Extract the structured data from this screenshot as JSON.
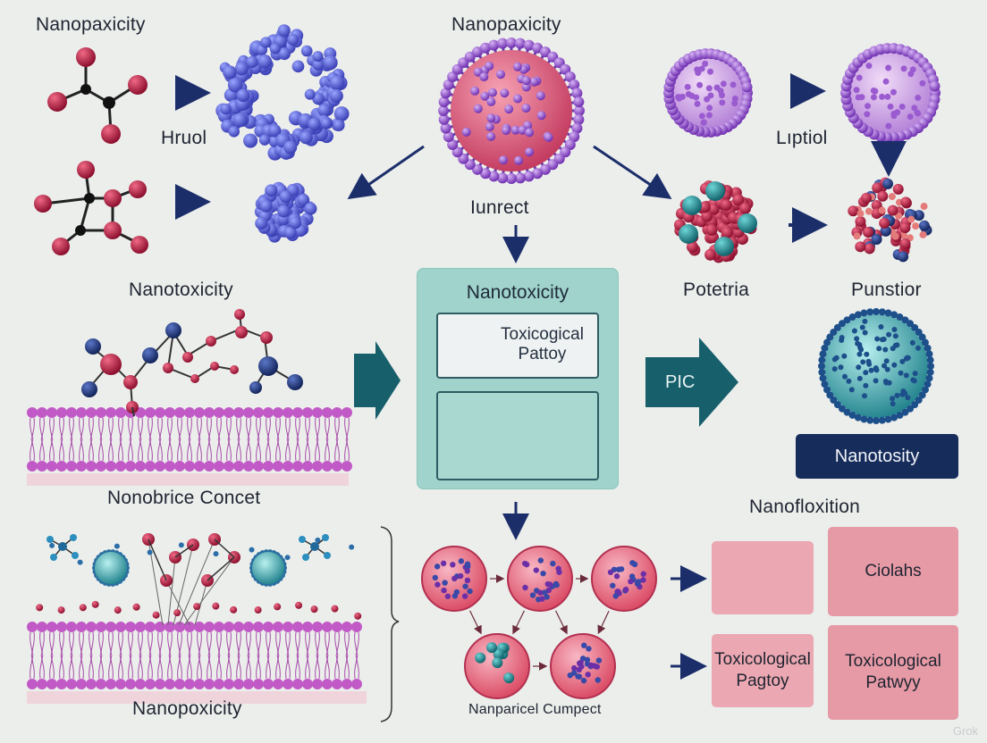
{
  "labels": {
    "top_left_title": "Nanopaxicity",
    "top_center_title": "Nanopaxicity",
    "hruol": "Hruol",
    "liptiol": "Lıptiol",
    "iunrect": "Iunrect",
    "left_mid_title": "Nanotoxicity",
    "potetria": "Potetria",
    "punstior": "Punstior",
    "nonobrice": "Nonobrice Concet",
    "nanofloxition": "Nanofloxition",
    "bottom_left_title": "Nanopoxicity",
    "nanparicel": "Nanparicel Cumpect"
  },
  "panel": {
    "title": "Nanotoxicity",
    "top_box_text_1": "Toxicogical",
    "top_box_text_2": "Pattoy"
  },
  "arrow_label": "PIC",
  "badge": "Nanotosity",
  "boxes": {
    "ciolahs": "Ciolahs",
    "tox_left_1": "Toxicological",
    "tox_left_2": "Pagtoy",
    "tox_right_1": "Toxicological",
    "tox_right_2": "Patwyy"
  },
  "watermark": "Grok",
  "colors": {
    "crimson": "#b3173f",
    "navy": "#1b2e6a",
    "violet": "#8d4fc9",
    "teal": "#1f8d93",
    "membrane": "#b14fb8",
    "panel": "#9fd3cb",
    "badge": "#162c5a",
    "pink_box": "#e59aa6"
  }
}
